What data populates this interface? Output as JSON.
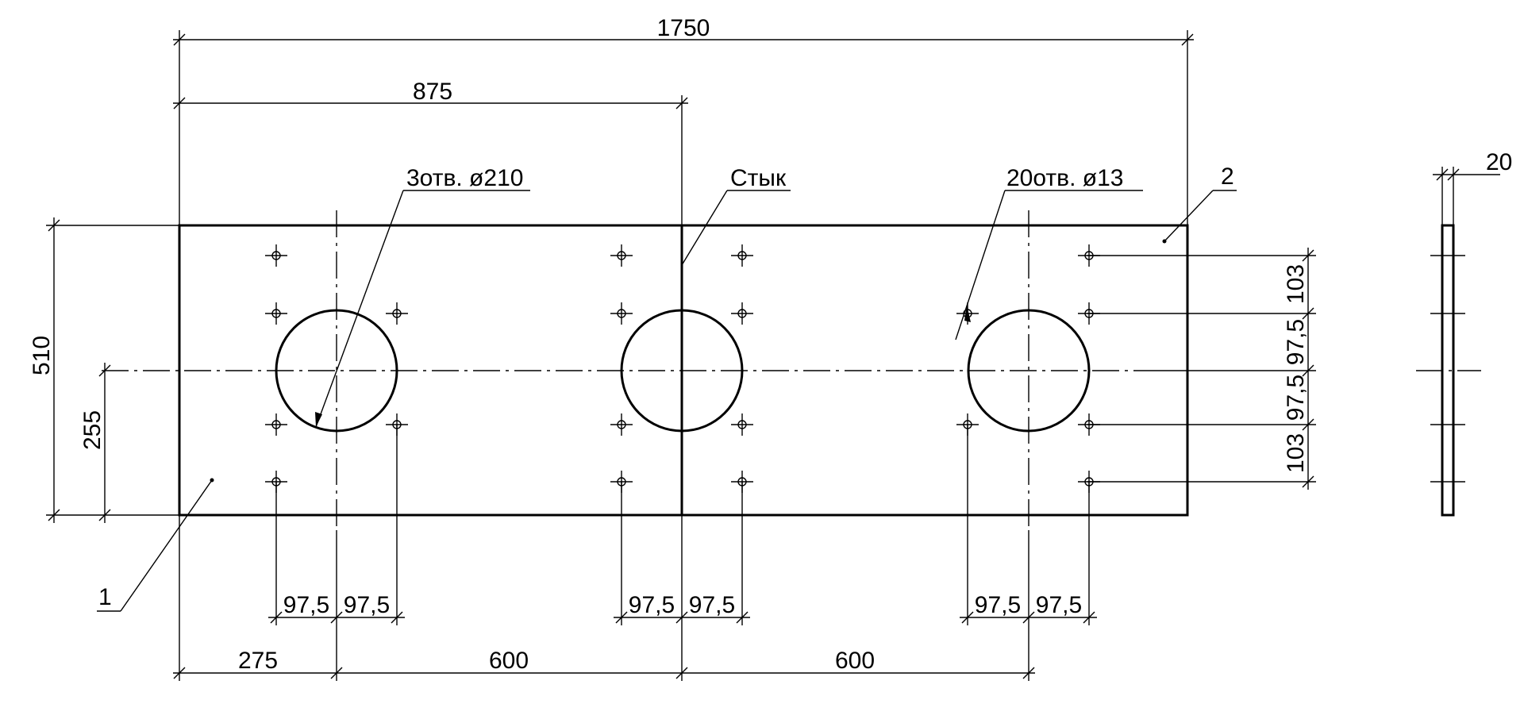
{
  "dimensions": {
    "overall_length": "1750",
    "half_length": "875",
    "height": "510",
    "half_height": "255",
    "first_offset": "275",
    "spacing_1": "600",
    "spacing_2": "600",
    "bolt_offset": "97,5",
    "edge_to_bolt": "103",
    "thickness": "20"
  },
  "annotations": {
    "large_holes": "3отв. ø210",
    "joint": "Стык",
    "small_holes": "20отв. ø13",
    "part_1": "1",
    "part_2": "2"
  },
  "colors": {
    "ink": "#000000",
    "paper": "#ffffff"
  }
}
